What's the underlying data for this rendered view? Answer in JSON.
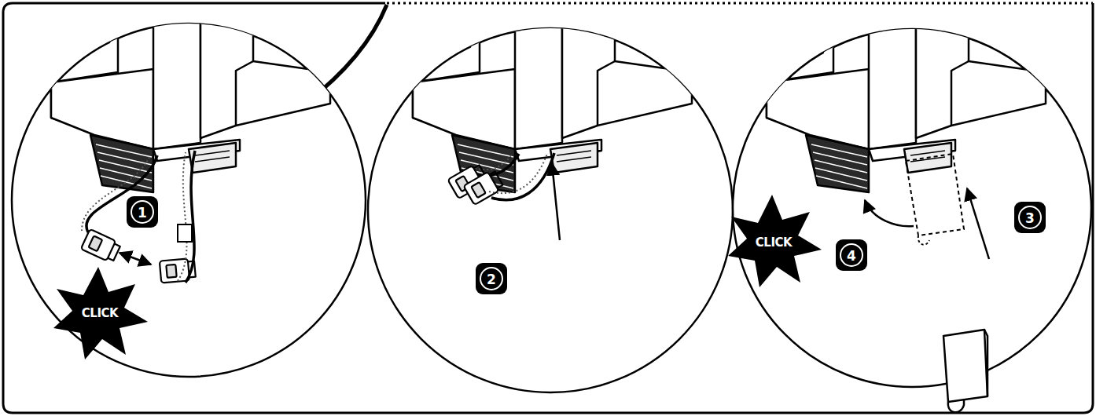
{
  "diagram": {
    "labels": [
      "1",
      "CLICK",
      "2",
      "3",
      "CLICK",
      "4"
    ]
  }
}
